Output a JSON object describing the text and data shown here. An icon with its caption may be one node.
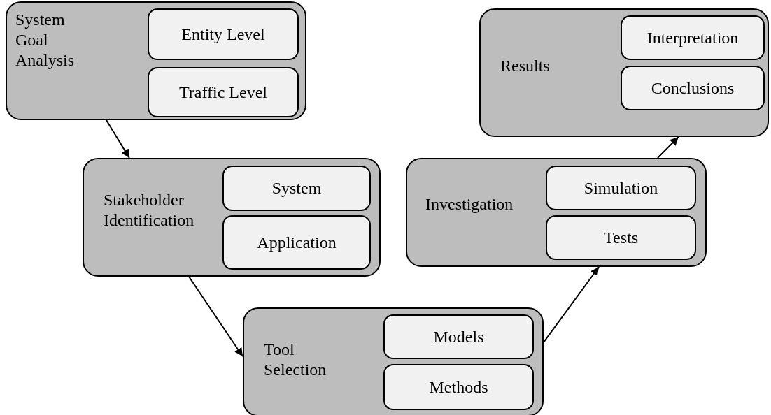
{
  "diagram": {
    "nodes": [
      {
        "text": [
          "System Goal Analysis"
        ]
      },
      {
        "text": [
          "Entity Level"
        ],
        "in": 0
      },
      {
        "text": [
          "Traffic Level"
        ],
        "in": 0
      },
      {
        "text": [
          "Results"
        ]
      },
      {
        "text": [
          "Interpretation"
        ],
        "in": 3
      },
      {
        "text": [
          "Conclusions"
        ],
        "in": 3
      },
      {
        "text": [
          "Stakeholder Identification"
        ]
      },
      {
        "text": [
          "System"
        ],
        "in": 6
      },
      {
        "text": [
          "Application"
        ],
        "in": 6
      },
      {
        "text": [
          "Investigation"
        ]
      },
      {
        "text": [
          "Simulation"
        ],
        "in": 9
      },
      {
        "text": [
          "Tests"
        ],
        "in": 9
      },
      {
        "text": [
          "Tool Selection"
        ]
      },
      {
        "text": [
          "Models"
        ],
        "in": 12
      },
      {
        "text": [
          "Methods"
        ],
        "in": 12
      }
    ],
    "edges": [
      {
        "from": 0,
        "to": 6,
        "arrow": "to"
      },
      {
        "from": 6,
        "to": 12,
        "arrow": "to"
      },
      {
        "from": 12,
        "to": 9,
        "arrow": "to"
      },
      {
        "from": 9,
        "to": 3,
        "arrow": "to"
      }
    ]
  }
}
